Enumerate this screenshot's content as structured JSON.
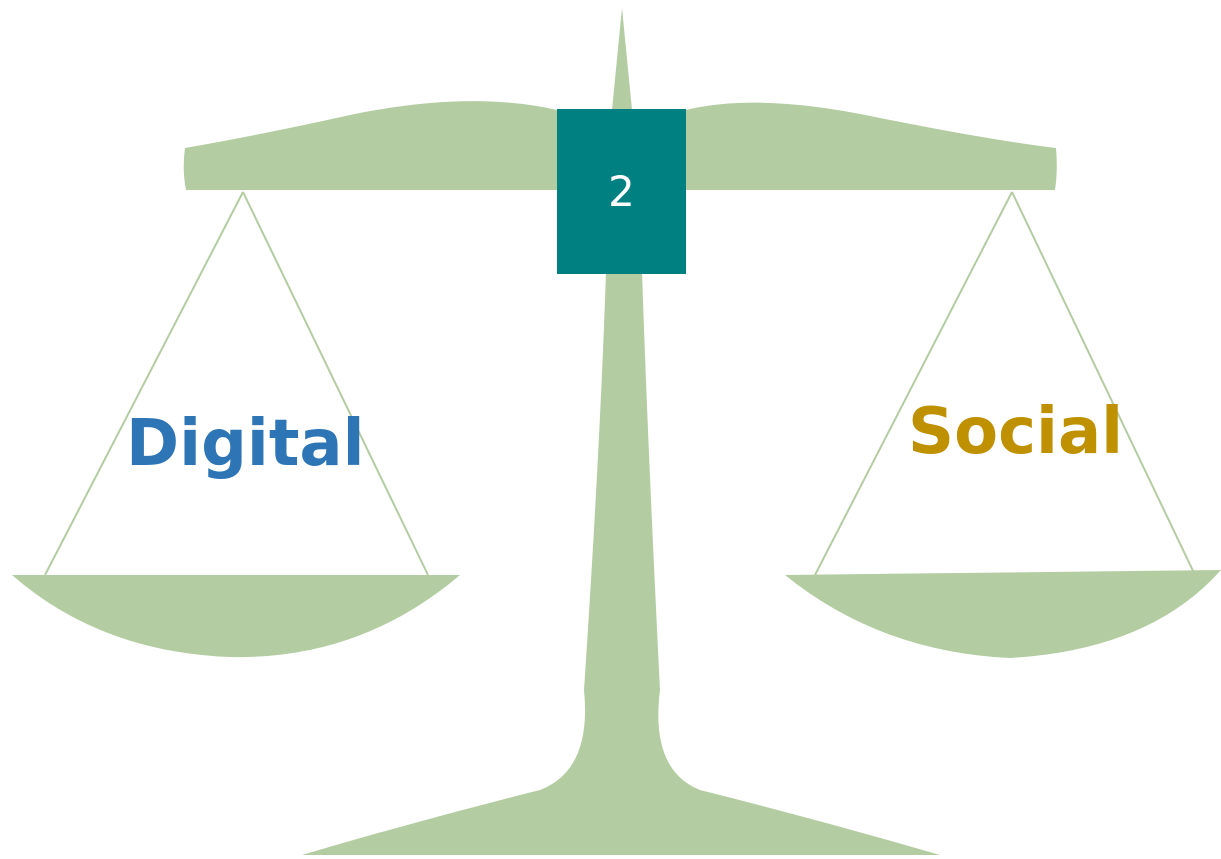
{
  "colors": {
    "scale": "#b3cca1",
    "badge": "#008080",
    "left_label": "#2e75b6",
    "right_label": "#bf9000"
  },
  "labels": {
    "left": "Digital",
    "right": "Social"
  },
  "badge": {
    "number": "2"
  }
}
